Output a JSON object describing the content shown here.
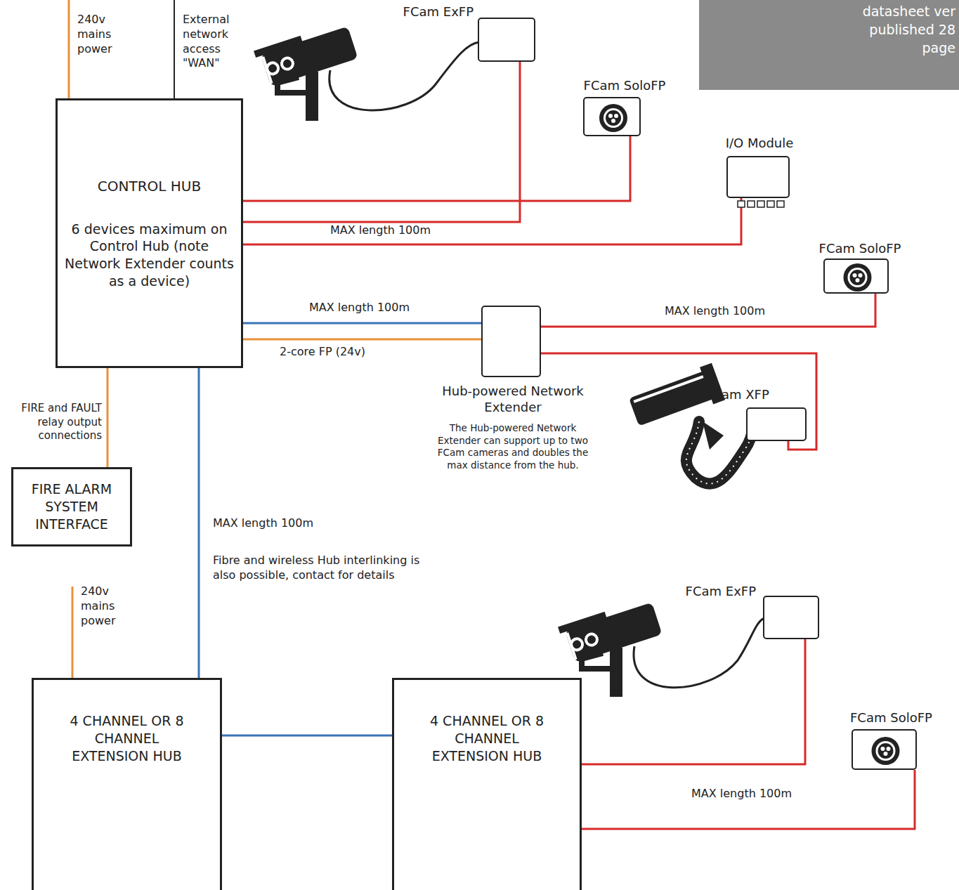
{
  "diagram": {
    "nodes": [
      {
        "text": [
          "CONTROL HUB",
          "6 devices maximum on Control Hub (note Network Extender counts as a device)"
        ]
      },
      {
        "text": [
          "FCam ExFP"
        ]
      },
      {
        "text": [
          "FCam SoloFP"
        ]
      },
      {
        "text": [
          "I/O Module"
        ]
      },
      {
        "text": [
          "Hub-powered Network Extender",
          "The Hub-powered Network Extender can support up to two FCam cameras and doubles the max distance from the hub."
        ]
      },
      {
        "text": [
          "FCam SoloFP"
        ]
      },
      {
        "text": [
          "FCam XFP"
        ]
      },
      {
        "text": [
          "FIRE ALARM SYSTEM INTERFACE"
        ]
      },
      {
        "text": [
          "4 CHANNEL OR 8 CHANNEL EXTENSION HUB"
        ]
      },
      {
        "text": [
          "4 CHANNEL OR 8 CHANNEL EXTENSION HUB"
        ]
      },
      {
        "text": [
          "FCam ExFP"
        ]
      },
      {
        "text": [
          "FCam SoloFP"
        ]
      }
    ],
    "edges": [
      {
        "from": 0,
        "to": 1,
        "arrow": "none"
      },
      {
        "from": 0,
        "to": 2,
        "arrow": "none"
      },
      {
        "from": 0,
        "to": 3,
        "arrow": "none",
        "label": "MAX length 100m"
      },
      {
        "from": 0,
        "to": 4,
        "arrow": "none",
        "label": "MAX length 100m"
      },
      {
        "from": 0,
        "to": 4,
        "arrow": "none",
        "label": "2-core FP (24v)"
      },
      {
        "from": 4,
        "to": 5,
        "arrow": "none",
        "label": "MAX length 100m"
      },
      {
        "from": 4,
        "to": 6,
        "arrow": "none"
      },
      {
        "from": 0,
        "to": 7,
        "arrow": "none",
        "label": "FIRE and FAULT relay output connections"
      },
      {
        "from": 0,
        "to": 8,
        "arrow": "none",
        "label": "MAX length 100m"
      },
      {
        "from": 8,
        "to": 9,
        "arrow": "none"
      },
      {
        "from": 9,
        "to": 10,
        "arrow": "none"
      },
      {
        "from": 9,
        "to": 11,
        "arrow": "none",
        "label": "MAX length 100m"
      }
    ],
    "labels": [
      "datasheet ver",
      "published 28",
      "page",
      "240v mains power",
      "External network access \"WAN\"",
      "Fibre and wireless Hub interlinking is also possible, contact for details",
      "240v mains power"
    ]
  }
}
